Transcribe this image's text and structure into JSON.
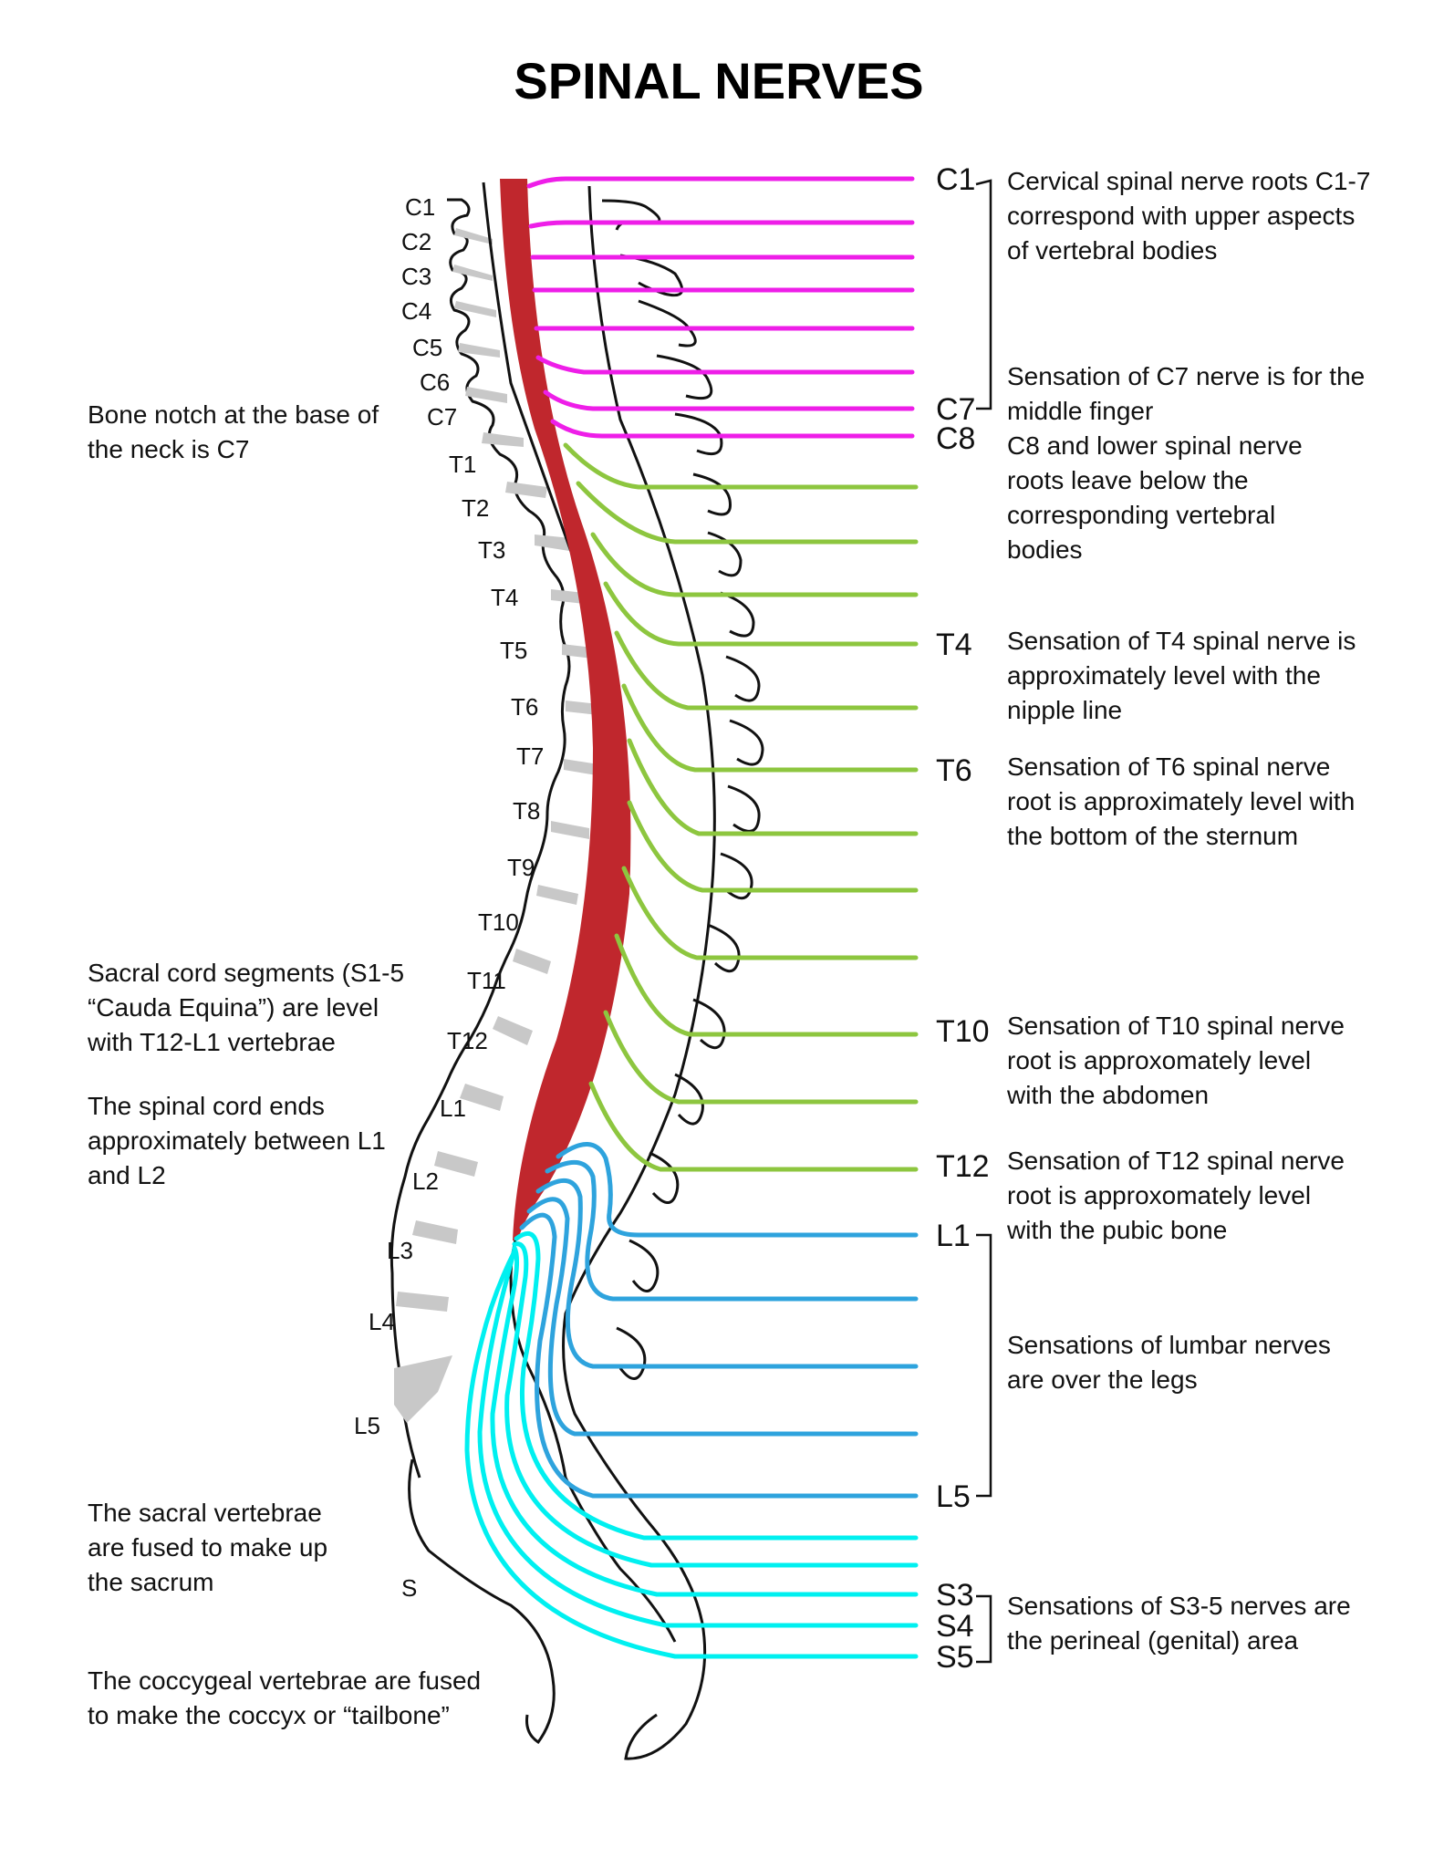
{
  "title": "SPINAL NERVES",
  "colors": {
    "spinal_cord": "#c0272d",
    "cervical": "#ee1ee8",
    "thoracic": "#8dc63f",
    "lumbar": "#2ea3dd",
    "sacral": "#00f0f0",
    "disc": "#c8c8c8",
    "outline": "#111111"
  },
  "vertebra_labels": [
    "C1",
    "C2",
    "C3",
    "C4",
    "C5",
    "C6",
    "C7",
    "T1",
    "T2",
    "T3",
    "T4",
    "T5",
    "T6",
    "T7",
    "T8",
    "T9",
    "T10",
    "T11",
    "T12",
    "L1",
    "L2",
    "L3",
    "L4",
    "L5",
    "S"
  ],
  "nerve_labels": {
    "c1": "C1",
    "c7": "C7",
    "c8": "C8",
    "t4": "T4",
    "t6": "T6",
    "t10": "T10",
    "t12": "T12",
    "l1": "L1",
    "l5": "L5",
    "s3": "S3",
    "s4": "S4",
    "s5": "S5"
  },
  "left_notes": {
    "c7_notch": [
      "Bone notch at the base of",
      "the neck is C7"
    ],
    "sacral_segments": [
      "Sacral cord segments (S1-5",
      "“Cauda Equina”) are level",
      "with T12-L1 vertebrae"
    ],
    "cord_end": [
      "The spinal cord ends",
      "approximately between L1",
      "and L2"
    ],
    "sacrum": [
      "The sacral vertebrae",
      "are fused to make up",
      "the sacrum"
    ],
    "coccyx": [
      "The coccygeal vertebrae are fused",
      "to make the coccyx or “tailbone”"
    ]
  },
  "right_notes": {
    "cervical": [
      "Cervical spinal nerve roots C1-7",
      "correspond with upper aspects",
      "of vertebral bodies"
    ],
    "c7": [
      "Sensation of C7  nerve is for the",
      "middle finger"
    ],
    "c8": [
      "C8 and lower spinal nerve",
      "roots leave below the",
      "corresponding vertebral",
      "bodies"
    ],
    "t4": [
      "Sensation of T4 spinal nerve is",
      "approximately level with the",
      "nipple line"
    ],
    "t6": [
      "Sensation of T6 spinal nerve",
      "root is approximately level with",
      "the bottom of the sternum"
    ],
    "t10": [
      "Sensation of T10 spinal nerve",
      "root is approxomately level",
      "with the abdomen"
    ],
    "t12": [
      "Sensation of T12 spinal nerve",
      "root is approxomately level",
      "with the pubic bone"
    ],
    "lumbar": [
      "Sensations of lumbar nerves",
      "are over the legs"
    ],
    "sacral": [
      "Sensations of S3-5 nerves are",
      "the perineal (genital) area"
    ]
  }
}
